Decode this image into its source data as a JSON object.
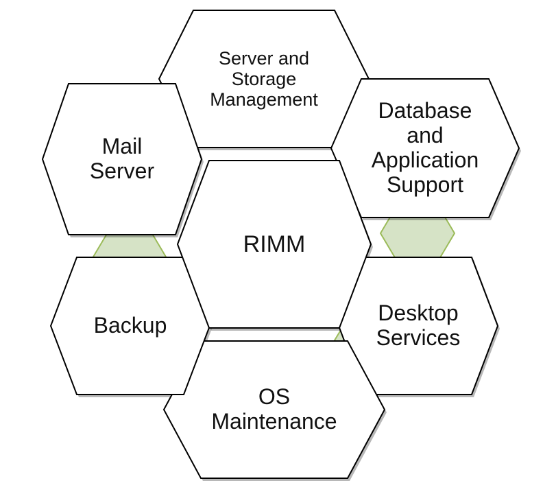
{
  "diagram": {
    "center": {
      "label": "RIMM"
    },
    "nodes": [
      {
        "label": "Server and\nStorage\nManagement"
      },
      {
        "label": "Database\nand\nApplication\nSupport"
      },
      {
        "label": "Desktop\nServices"
      },
      {
        "label": "OS\nMaintenance"
      },
      {
        "label": "Backup"
      },
      {
        "label": "Mail\nServer"
      }
    ]
  },
  "colors": {
    "connector_fill": "#d6e3c6",
    "connector_stroke": "#9bbb59",
    "hex_fill": "#ffffff",
    "hex_stroke": "#000000"
  }
}
